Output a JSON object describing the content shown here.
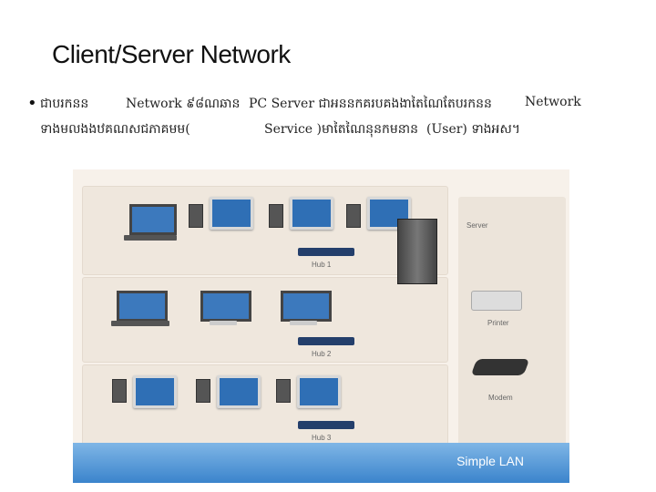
{
  "title": "Client/Server Network",
  "bullet": {
    "line1": [
      "ជាបរកនន",
      "Network ៩៨ណឆាន",
      "PC Server ជាអន​នកគរបគងងាតៃណៃតែបរកនន",
      "Network"
    ],
    "line2": [
      "ទាងមលងងឋគណសជភាគមម(",
      "Service )មាតៃណៃនុនកមនាន",
      "(User) ទាងអស។"
    ]
  },
  "diagram": {
    "labels": {
      "server": "Server",
      "printer": "Printer",
      "modem": "Modem",
      "hub1": "Hub 1",
      "hub2": "Hub 2",
      "hub3": "Hub 3"
    },
    "footer": "Simple LAN"
  }
}
